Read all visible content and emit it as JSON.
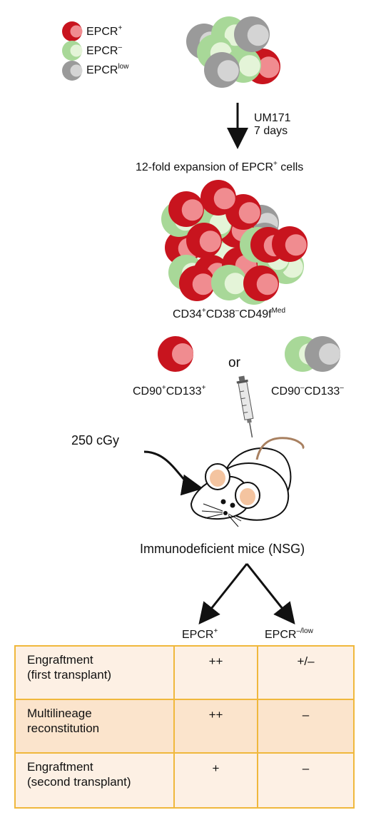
{
  "legend": [
    {
      "label": "EPCR",
      "superscript": "+",
      "color": "#c8141e"
    },
    {
      "label": "EPCR",
      "superscript": "–",
      "color": "#a8d898"
    },
    {
      "label": "EPCR",
      "superscript": "low",
      "color": "#9a9a9a"
    }
  ],
  "treatment": {
    "line1": "UM171",
    "line2": "7 days"
  },
  "expansion_text_a": "12-fold expansion of EPCR",
  "expansion_text_sup": "+",
  "expansion_text_b": " cells",
  "phenotype": {
    "p1": "CD34",
    "s1": "+",
    "p2": "CD38",
    "s2": "–",
    "p3": "CD49f",
    "s3": "Med"
  },
  "or_text": "or",
  "left_population": {
    "p1": "CD90",
    "s1": "+",
    "p2": "CD133",
    "s2": "+"
  },
  "right_population": {
    "p1": "CD90",
    "s1": "–",
    "p2": "CD133",
    "s2": "–"
  },
  "irradiation": "250 cGy",
  "mice_label": "Immunodeficient mice (NSG)",
  "branches": [
    {
      "label": "EPCR",
      "superscript": "+"
    },
    {
      "label": "EPCR",
      "superscript": "–/low"
    }
  ],
  "results_table": {
    "rows": [
      {
        "line1": "Engraftment",
        "line2": "(first transplant)",
        "epcr_pos": "++",
        "epcr_neg_low": "+/–"
      },
      {
        "line1": "Multilineage",
        "line2": "reconstitution",
        "epcr_pos": "++",
        "epcr_neg_low": "–"
      },
      {
        "line1": "Engraftment",
        "line2": "(second transplant)",
        "epcr_pos": "+",
        "epcr_neg_low": "–"
      }
    ]
  },
  "colors": {
    "red_outer": "#c8141e",
    "red_inner": "#f08c90",
    "green_outer": "#a8d898",
    "green_inner": "#e4f4d8",
    "grey_outer": "#9a9a9a",
    "grey_inner": "#d4d4d4",
    "table_border": "#f0b83c",
    "table_light": "#fdf0e4",
    "table_dark": "#fbe4cc"
  }
}
